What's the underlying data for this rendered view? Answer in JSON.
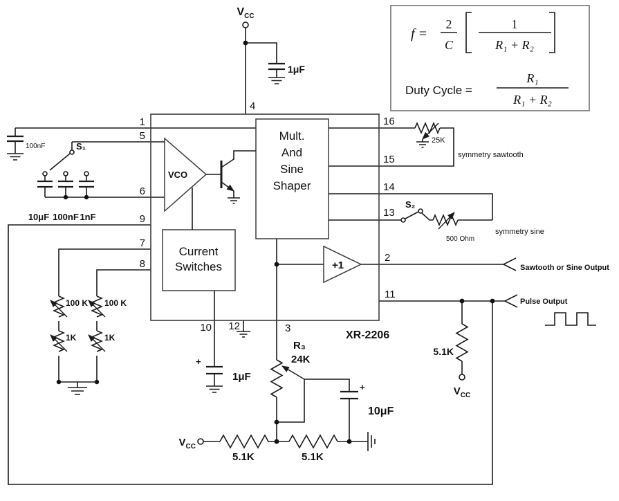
{
  "power": {
    "vcc": "V",
    "vcc_sub": "CC"
  },
  "top": {
    "cap": "1μF"
  },
  "formulas": {
    "f_lhs": "f =",
    "f_num_a": "2",
    "f_den_a": "C",
    "f_num_b": "1",
    "f_den_b": "R₁ + R₂",
    "duty_lhs": "Duty Cycle =",
    "duty_num": "R₁",
    "duty_den": "R₁ + R₂"
  },
  "ic": {
    "name": "XR-2206",
    "vco": "VCO",
    "mult": [
      "Mult.",
      "And",
      "Sine",
      "Shaper"
    ],
    "switches": [
      "Current",
      "Switches"
    ],
    "amp": "+1",
    "pins": {
      "p1": "1",
      "p2": "2",
      "p3": "3",
      "p4": "4",
      "p5": "5",
      "p6": "6",
      "p7": "7",
      "p8": "8",
      "p9": "9",
      "p10": "10",
      "p11": "11",
      "p12": "12",
      "p13": "13",
      "p14": "14",
      "p15": "15",
      "p16": "16"
    }
  },
  "left": {
    "cap_100nf": "100nF",
    "s1": "S₁",
    "timing_caps": [
      "10μF",
      "100nF",
      "1nF"
    ],
    "pot_100k_a": "100 K",
    "pot_100k_b": "100 K",
    "pot_1k_a": "1K",
    "pot_1k_b": "1K"
  },
  "right": {
    "pot_25k": "25K",
    "sawtooth_note": "symmetry sawtooth",
    "s2": "S₂",
    "pot_500": "500 Ohm",
    "sine_note": "symmetry sine",
    "sine_out": "Sawtooth or Sine Output",
    "pulse_out": "Pulse Output",
    "r_pullup": "5.1K"
  },
  "bottom": {
    "plus": "+",
    "cap_bypass": "1μF",
    "r3_name": "R₃",
    "r3_val": "24K",
    "cap_10uf": "10μF",
    "r_left": "5.1K",
    "r_right": "5.1K"
  }
}
